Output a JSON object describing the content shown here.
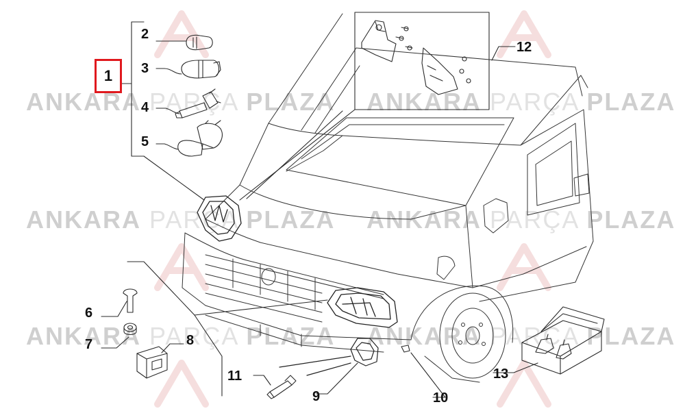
{
  "watermark": {
    "bold_left": "ANKARA",
    "light": "PARÇA",
    "bold_right": "PLAZA"
  },
  "callouts": {
    "c1": "1",
    "c2": "2",
    "c3": "3",
    "c4": "4",
    "c5": "5",
    "c6": "6",
    "c7": "7",
    "c8": "8",
    "c9": "9",
    "c10": "10",
    "c11": "11",
    "c12": "12",
    "c13": "13"
  },
  "colors": {
    "line": "#2a2a2a",
    "highlight": "#e0191e",
    "watermark": "#d8d8d8"
  }
}
